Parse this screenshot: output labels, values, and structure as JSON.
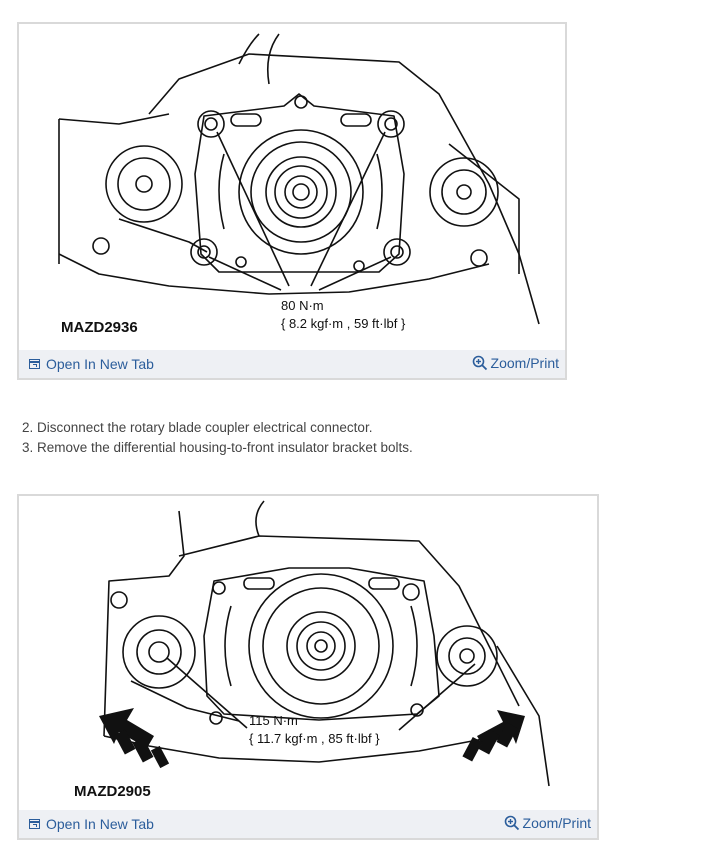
{
  "figure1": {
    "code": "MAZD2936",
    "torque_line1": "80 N·m",
    "torque_line2": "{ 8.2 kgf·m , 59 ft·lbf }",
    "open_label": "Open In New Tab",
    "zoom_label": "Zoom/Print"
  },
  "steps": [
    "2. Disconnect the rotary blade coupler electrical connector.",
    "3. Remove the differential housing-to-front insulator bracket bolts."
  ],
  "figure2": {
    "code": "MAZD2905",
    "torque_line1": "115 N·m",
    "torque_line2": "{ 11.7 kgf·m , 85 ft·lbf }",
    "open_label": "Open In New Tab",
    "zoom_label": "Zoom/Print"
  },
  "colors": {
    "link": "#2b5d9b",
    "bar": "#eef0f4",
    "border": "#d9d9d9"
  }
}
